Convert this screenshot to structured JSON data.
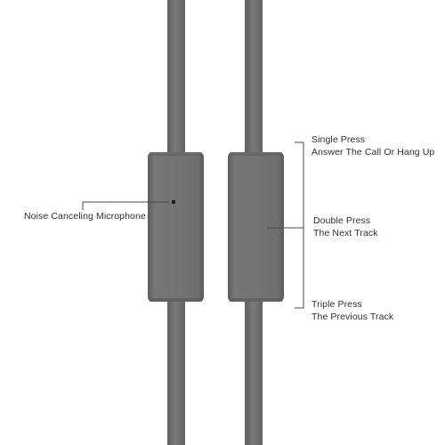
{
  "colors": {
    "background": "#ffffff",
    "cable": "#727272",
    "remote_body": "#717171",
    "remote_edge": "#5f5f5f",
    "callout_line": "#4a4a4a",
    "label_text": "#2f2f2f"
  },
  "annotations": {
    "microphone": {
      "label": "Noise Canceling Microphone"
    },
    "single_press": {
      "title": "Single Press",
      "description": "Answer The Call Or Hang Up"
    },
    "double_press": {
      "title": "Double Press",
      "description": "The Next Track"
    },
    "triple_press": {
      "title": "Triple Press",
      "description": "The Previous Track"
    }
  }
}
